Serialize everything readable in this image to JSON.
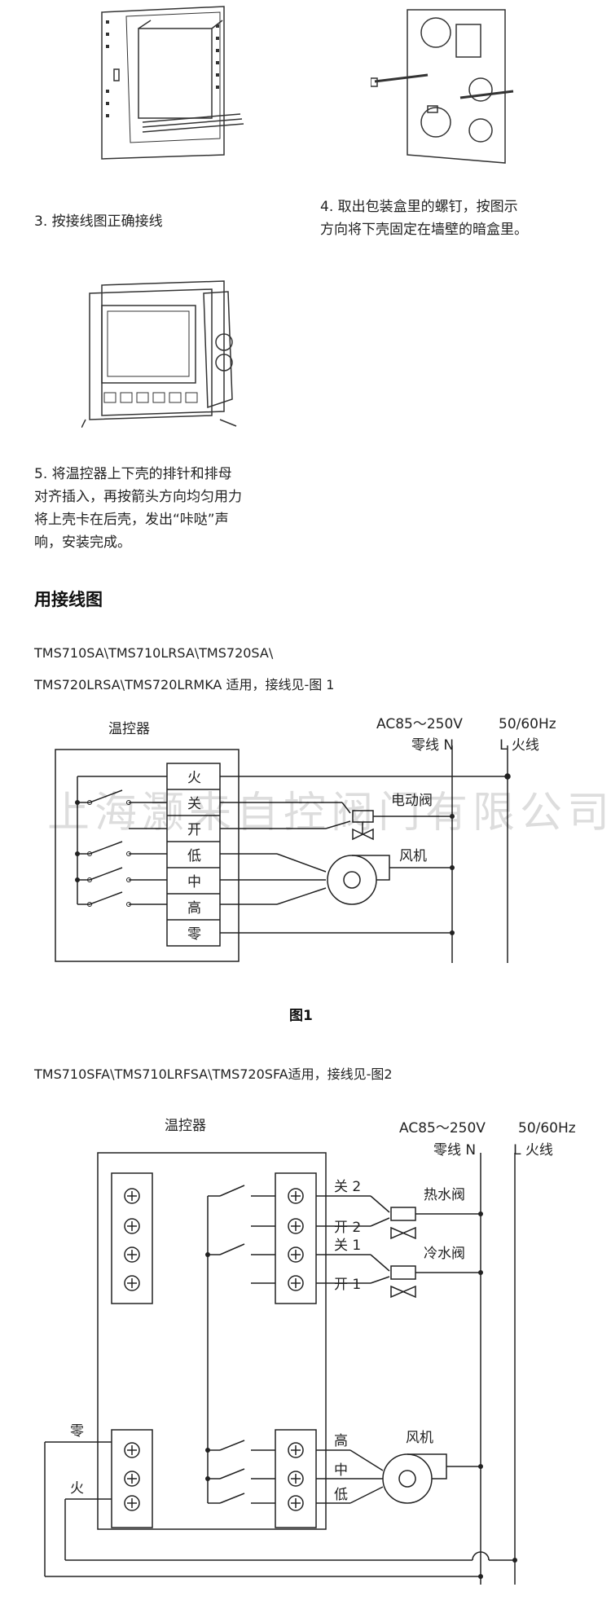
{
  "steps": {
    "s3": "3. 按接线图正确接线",
    "s4_line1": "4. 取出包装盒里的螺钉，按图示",
    "s4_line2": "方向将下壳固定在墙壁的暗盒里。",
    "s5_line1": "5. 将温控器上下壳的排针和排母",
    "s5_line2": "对齐插入，再按箭头方向均匀用力",
    "s5_line3": "将上壳卡在后壳，发出“咔哒”声",
    "s5_line4": "响，安装完成。"
  },
  "section_title": "用接线图",
  "diagram1": {
    "models_line1": "TMS710SA\\TMS710LRSA\\TMS720SA\\",
    "models_line2": "TMS720LRSA\\TMS720LRMKA 适用，接线见-图 1",
    "controller": "温控器",
    "power": "AC85～250V",
    "freq": "50/60Hz",
    "neutral": "零线 N",
    "live": "L 火线",
    "terminals": [
      "火",
      "关",
      "开",
      "低",
      "中",
      "高",
      "零"
    ],
    "valve": "电动阀",
    "fan": "风机",
    "caption": "图1"
  },
  "watermark": "上海灏来自控阀门有限公司",
  "diagram2": {
    "models": "TMS710SFA\\TMS710LRFSA\\TMS720SFA适用，接线见-图2",
    "controller": "温控器",
    "power": "AC85～250V",
    "freq": "50/60Hz",
    "neutral": "零线 N",
    "live": "L 火线",
    "close2": "关 2",
    "open2": "开 2",
    "close1": "关 1",
    "open1": "开 1",
    "hot_valve": "热水阀",
    "cold_valve": "冷水阀",
    "high": "高",
    "mid": "中",
    "low": "低",
    "fan": "风机",
    "zero": "零",
    "fire": "火"
  }
}
